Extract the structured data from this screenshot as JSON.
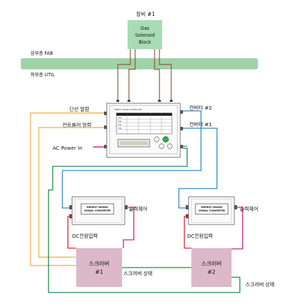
{
  "equipment": {
    "title": "장비 #1",
    "block_lines": [
      "Gas",
      "Solenoid",
      "Block"
    ]
  },
  "floors": {
    "upper": "상부층 FAB",
    "lower": "하부층 UTIL"
  },
  "controller": {
    "header": "ENERGY SAVING CONTROLLER",
    "table_rows": [
      "CH1",
      "CH2",
      "CH3",
      "CH4"
    ]
  },
  "left_labels": {
    "break_alarm": "단선 알람",
    "controller_alarm": "컨트롤러 알람",
    "ac_power": "AC Power In"
  },
  "right_labels": {
    "converter2": "컨버터 #2",
    "converter1": "컨버터 #1"
  },
  "converter": {
    "line1": "ENERGY SAVING",
    "line2": "SIGNAL CONVERTER",
    "output_control": "출력제어",
    "dc_input": "DC전원입력"
  },
  "scrubbers": [
    {
      "line1": "스크러버",
      "line2": "#1"
    },
    {
      "line1": "스크러버",
      "line2": "#2"
    }
  ],
  "scrubber_status": "스크러버 상태",
  "colors": {
    "floor_band": "#9fd2a9",
    "solenoid_box": "#a8dcb4",
    "scrubber_box": "#dcb8c8",
    "wire_brown": "#8b5a3c",
    "wire_orange": "#f0b85a",
    "wire_red": "#d9232e",
    "wire_blue": "#2f86c8",
    "wire_green": "#1d8a46",
    "wire_magenta": "#c8217f"
  }
}
